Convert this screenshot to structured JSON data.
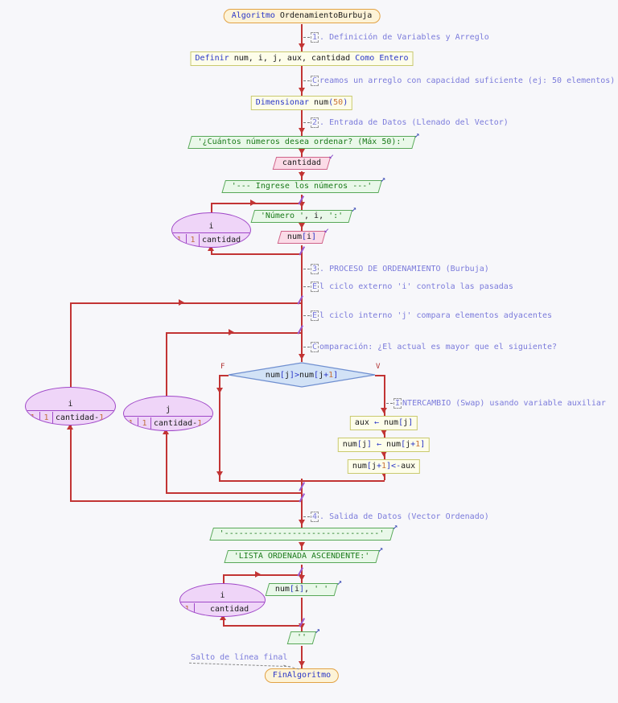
{
  "diagram_title": "Algoritmo OrdenamientoBurbuja",
  "colors": {
    "background": "#f7f7fa",
    "flow_line": "#c23434",
    "keyword": "#2935c8",
    "number": "#c87137",
    "string": "#1a7a1a",
    "comment": "#7b7bdb",
    "terminal_fill": "#fdf3d7",
    "process_fill": "#fdfdea",
    "output_fill": "#e9f8e9",
    "input_fill": "#fbdbe7",
    "decision_fill": "#d2e2f6",
    "loop_fill": "#efd5f8"
  },
  "icons": {
    "output_arrow": "↗",
    "input_arrow": "↙"
  },
  "branch_labels": {
    "false": "F",
    "true": "V"
  },
  "nodes": {
    "start": [
      [
        "kw",
        "Algoritmo"
      ],
      [
        "id",
        " OrdenamientoBurbuja"
      ]
    ],
    "define": [
      [
        "kw",
        "Definir"
      ],
      [
        "id",
        " num, i, j, aux, cantidad "
      ],
      [
        "kw",
        "Como Entero"
      ]
    ],
    "dimension": [
      [
        "kw",
        "Dimensionar"
      ],
      [
        "id",
        " num"
      ],
      [
        "op",
        "("
      ],
      [
        "num",
        "50"
      ],
      [
        "op",
        ")"
      ]
    ],
    "ask_count": [
      [
        "str",
        "'¿Cuántos números desea ordenar? (Máx 50):'"
      ]
    ],
    "read_count": [
      [
        "id",
        "cantidad"
      ]
    ],
    "msg_enter": [
      [
        "str",
        "'--- Ingrese los números ---'"
      ]
    ],
    "msg_number": [
      [
        "str",
        "'Número '"
      ],
      [
        "id",
        ", i, "
      ],
      [
        "str",
        "':'"
      ]
    ],
    "read_num": [
      [
        "id",
        "num"
      ],
      [
        "op",
        "["
      ],
      [
        "id",
        "i"
      ],
      [
        "op",
        "]"
      ]
    ],
    "condition": [
      [
        "id",
        "num"
      ],
      [
        "op",
        "["
      ],
      [
        "id",
        "j"
      ],
      [
        "op",
        "]"
      ],
      [
        "op",
        ">"
      ],
      [
        "id",
        "num"
      ],
      [
        "op",
        "["
      ],
      [
        "id",
        "j"
      ],
      [
        "op",
        "+"
      ],
      [
        "num",
        "1"
      ],
      [
        "op",
        "]"
      ]
    ],
    "swap1": [
      [
        "id",
        "aux "
      ],
      [
        "op",
        "←"
      ],
      [
        "id",
        " num"
      ],
      [
        "op",
        "["
      ],
      [
        "id",
        "j"
      ],
      [
        "op",
        "]"
      ]
    ],
    "swap2": [
      [
        "id",
        "num"
      ],
      [
        "op",
        "["
      ],
      [
        "id",
        "j"
      ],
      [
        "op",
        "]"
      ],
      [
        "id",
        " "
      ],
      [
        "op",
        "←"
      ],
      [
        "id",
        " num"
      ],
      [
        "op",
        "["
      ],
      [
        "id",
        "j"
      ],
      [
        "op",
        "+"
      ],
      [
        "num",
        "1"
      ],
      [
        "op",
        "]"
      ]
    ],
    "swap3": [
      [
        "id",
        "num"
      ],
      [
        "op",
        "["
      ],
      [
        "id",
        "j"
      ],
      [
        "op",
        "+"
      ],
      [
        "num",
        "1"
      ],
      [
        "op",
        "]"
      ],
      [
        "op",
        "<-"
      ],
      [
        "id",
        "aux"
      ]
    ],
    "separator": [
      [
        "str",
        "'--------------------------------'"
      ]
    ],
    "msg_sorted": [
      [
        "str",
        "'LISTA ORDENADA ASCENDENTE:'"
      ]
    ],
    "print_num": [
      [
        "id",
        "num"
      ],
      [
        "op",
        "["
      ],
      [
        "id",
        "i"
      ],
      [
        "op",
        "]"
      ],
      [
        "id",
        ", "
      ],
      [
        "str",
        "' '"
      ]
    ],
    "print_newline": [
      [
        "str",
        "''"
      ]
    ],
    "end": [
      [
        "kw",
        "FinAlgoritmo"
      ]
    ]
  },
  "loops": {
    "input_loop": {
      "var": "i",
      "from": "1",
      "step": "1",
      "to": [
        [
          "id",
          "cantidad"
        ]
      ]
    },
    "outer_loop": {
      "var": "i",
      "from": "1",
      "step": "1",
      "to": [
        [
          "id",
          "cantidad-"
        ],
        [
          "num",
          "1"
        ]
      ]
    },
    "inner_loop": {
      "var": "j",
      "from": "1",
      "step": "1",
      "to": [
        [
          "id",
          "cantidad-"
        ],
        [
          "num",
          "1"
        ]
      ]
    },
    "print_loop": {
      "var": "i",
      "from": "1",
      "step": "",
      "to": [
        [
          "id",
          "cantidad"
        ]
      ]
    }
  },
  "comments": [
    [
      [
        "cbox",
        "1"
      ],
      [
        "cmt",
        ". Definición de Variables y Arreglo"
      ]
    ],
    [
      [
        "cbox",
        "C"
      ],
      [
        "cmt",
        "reamos un arreglo con capacidad suficiente (ej: 50 elementos)"
      ]
    ],
    [
      [
        "cbox",
        "2"
      ],
      [
        "cmt",
        ". Entrada de Datos (Llenado del Vector)"
      ]
    ],
    [
      [
        "cbox",
        "3"
      ],
      [
        "cmt",
        ". PROCESO DE ORDENAMIENTO (Burbuja)"
      ]
    ],
    [
      [
        "cbox",
        "E"
      ],
      [
        "cmt",
        "l ciclo externo 'i' controla las pasadas"
      ]
    ],
    [
      [
        "cbox",
        "E"
      ],
      [
        "cmt",
        "l ciclo interno 'j' compara elementos adyacentes"
      ]
    ],
    [
      [
        "cbox",
        "C"
      ],
      [
        "cmt",
        "omparación: ¿El actual es mayor que el siguiente?"
      ]
    ],
    [
      [
        "cbox",
        "I"
      ],
      [
        "cmt",
        "NTERCAMBIO (Swap) usando variable auxiliar"
      ]
    ],
    [
      [
        "cbox",
        "4"
      ],
      [
        "cmt",
        ". Salida de Datos (Vector Ordenado)"
      ]
    ],
    [
      [
        "cmt",
        "Salto de línea final"
      ]
    ]
  ]
}
